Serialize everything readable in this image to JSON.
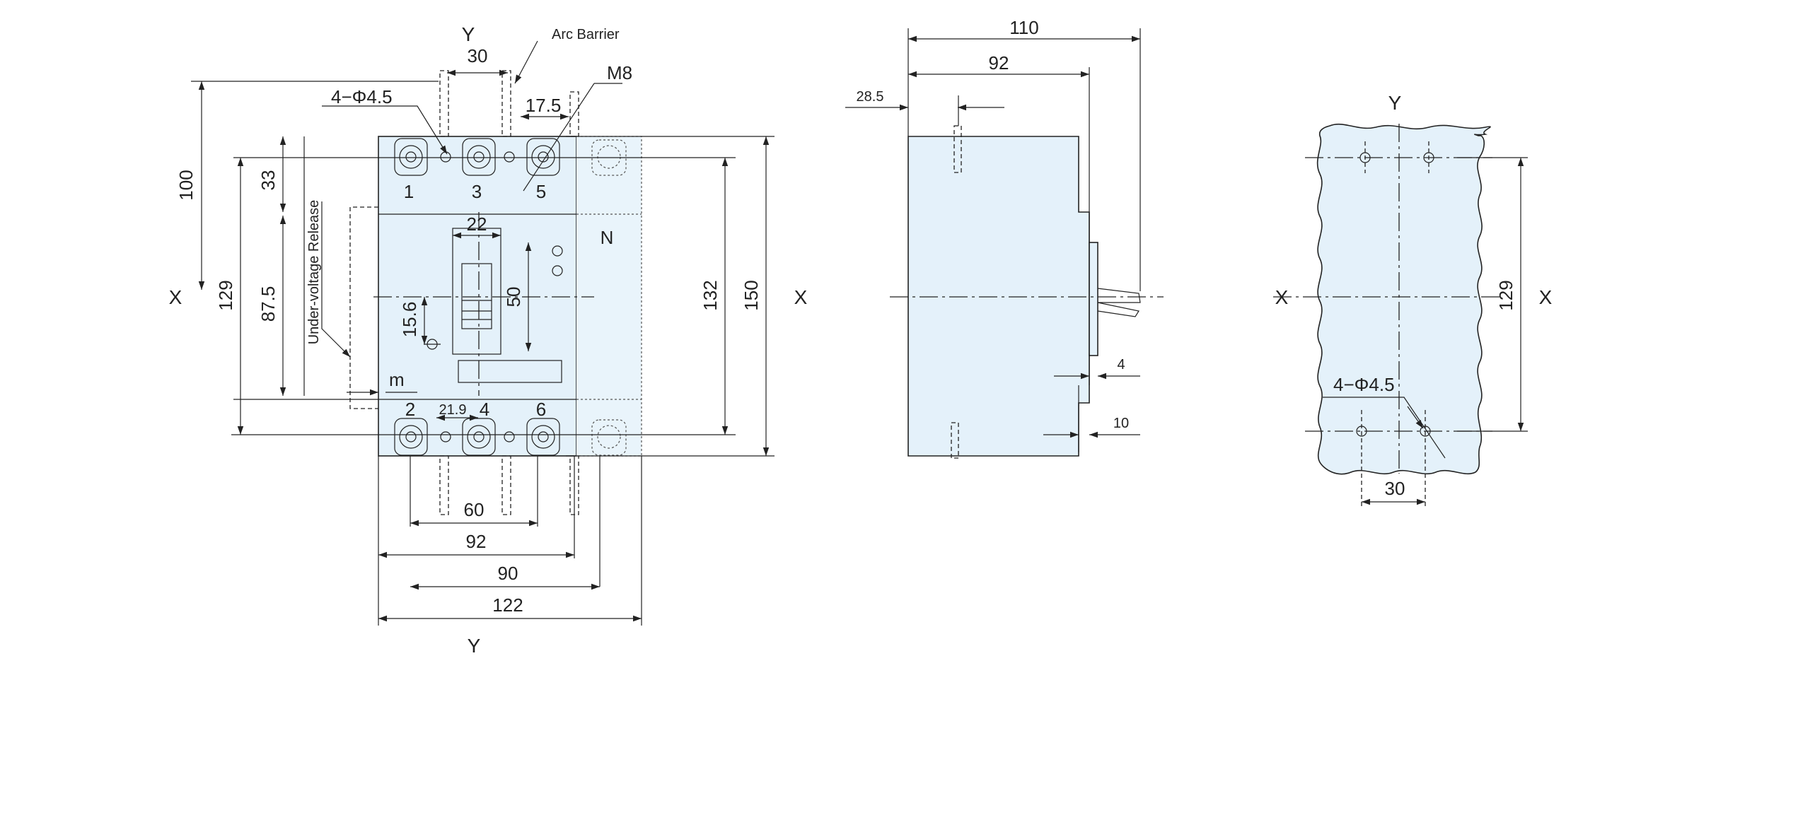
{
  "colors": {
    "body_fill": "#e4f1fa",
    "line": "#222222",
    "background": "#ffffff"
  },
  "front": {
    "axis_x": "X",
    "axis_y": "Y",
    "arc_barrier": "Arc Barrier",
    "holes": "4−Φ4.5",
    "screw": "M8",
    "uv_release": "Under-voltage Release",
    "m": "m",
    "neutral": "N",
    "terminals_top": [
      "1",
      "3",
      "5"
    ],
    "terminals_bottom": [
      "2",
      "4",
      "6"
    ],
    "dims": {
      "d30": "30",
      "d17_5": "17.5",
      "d100": "100",
      "d33": "33",
      "d129": "129",
      "d87_5": "87.5",
      "d22": "22",
      "d50": "50",
      "d15_6": "15.6",
      "d21_9": "21.9",
      "d132": "132",
      "d150": "150",
      "d60": "60",
      "d92": "92",
      "d90": "90",
      "d122": "122"
    }
  },
  "side": {
    "dims": {
      "d110": "110",
      "d92": "92",
      "d28_5": "28.5",
      "d4": "4",
      "d10": "10"
    }
  },
  "cutout": {
    "axis_x": "X",
    "axis_y": "Y",
    "holes": "4−Φ4.5",
    "dims": {
      "d129": "129",
      "d30": "30"
    }
  }
}
